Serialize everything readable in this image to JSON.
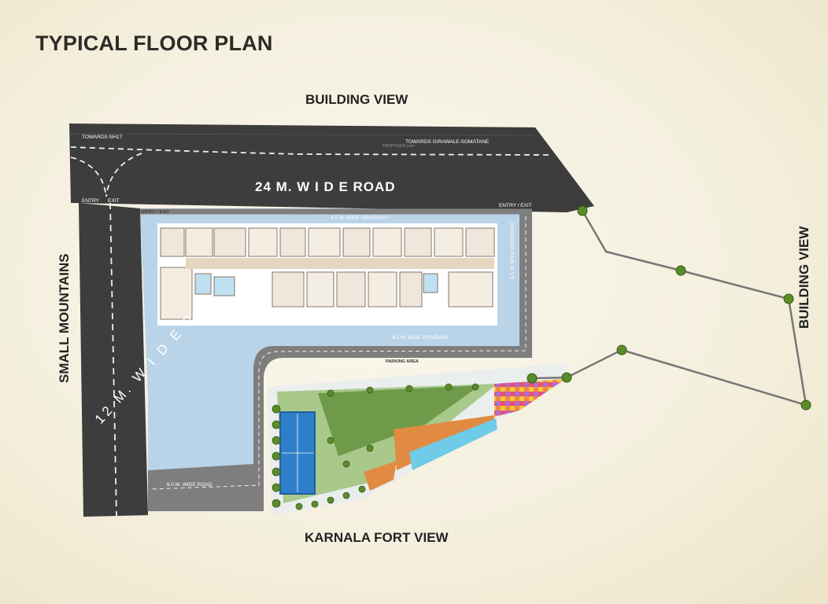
{
  "title": "TYPICAL FLOOR PLAN",
  "views": {
    "top": "BUILDING VIEW",
    "right": "BUILDING VIEW",
    "bottom": "KARNALA FORT VIEW",
    "left": "SMALL MOUNTAINS"
  },
  "roads": {
    "main": "24 M. W I D E  ROAD",
    "secondary": "12 M. W I D E  R",
    "towards_left": "TOWARDS NH17",
    "towards_right": "TOWARDS GIRAWALE-SOMATANE",
    "watermark": "PROPTIGER.com",
    "driveway_top": "4.5 M. WIDE DRIVEWAY",
    "driveway_side": "4.5 M. WIDE DRIVEWAY",
    "driveway_mid": "4.5 M. WIDE DRIVEWAY",
    "road_bottom": "6.0 M. WIDE ROAD",
    "parking": "PARKING AREA"
  },
  "entries": {
    "left": "ENTRY",
    "left_exit": "EXIT",
    "inner": "ENTRY / EXIT",
    "right": "ENTRY / EXIT"
  },
  "colors": {
    "road": "#3d3d3d",
    "site": "#b9d3e9",
    "court": "#2f7ec9",
    "lawn": "#6f9a4a",
    "tree": "#5b8c2a"
  }
}
